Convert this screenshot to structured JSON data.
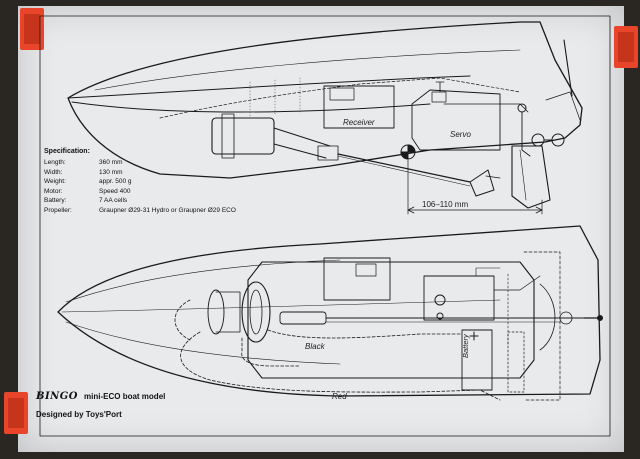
{
  "specification": {
    "title": "Specification:",
    "rows": [
      {
        "label": "Length:",
        "value": "360 mm"
      },
      {
        "label": "Width:",
        "value": "130 mm"
      },
      {
        "label": "Weight:",
        "value": "appr. 500 g"
      },
      {
        "label": "Motor:",
        "value": "Speed 400"
      },
      {
        "label": "Battery:",
        "value": "7 AA cells"
      },
      {
        "label": "Propeller:",
        "value": "Graupner Ø29-31 Hydro or Graupner Ø29 ECO"
      }
    ]
  },
  "labels": {
    "receiver": "Receiver",
    "servo": "Servo",
    "dimension": "106–110 mm",
    "black_wire": "Black",
    "red_wire": "Red",
    "battery": "Battery"
  },
  "footer": {
    "brand": "BINGO",
    "model": "mini-ECO boat model",
    "designer": "Designed by Toys'Port"
  },
  "colors": {
    "sheet": "#e9eaec",
    "clip": "#e8452a",
    "ink": "#1a1a1a"
  }
}
